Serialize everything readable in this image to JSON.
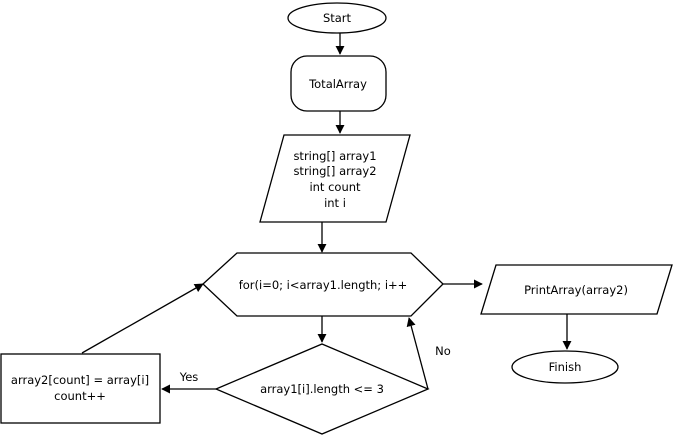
{
  "diagram": {
    "nodes": {
      "start": {
        "label": "Start"
      },
      "total_array": {
        "label": "TotalArray"
      },
      "declarations": {
        "lines": [
          "string[] array1",
          "string[] array2",
          "int count",
          "int i"
        ]
      },
      "for_loop": {
        "label": "for(i=0; i<array1.length; i++"
      },
      "condition": {
        "label": "array1[i].length <= 3"
      },
      "assign": {
        "lines": [
          "array2[count] = array[i]",
          "count++"
        ]
      },
      "print": {
        "label": "PrintArray(array2)"
      },
      "finish": {
        "label": "Finish"
      }
    },
    "edges": {
      "yes_label": "Yes",
      "no_label": "No"
    },
    "colors": {
      "stroke": "#000000",
      "fill": "#ffffff"
    }
  }
}
